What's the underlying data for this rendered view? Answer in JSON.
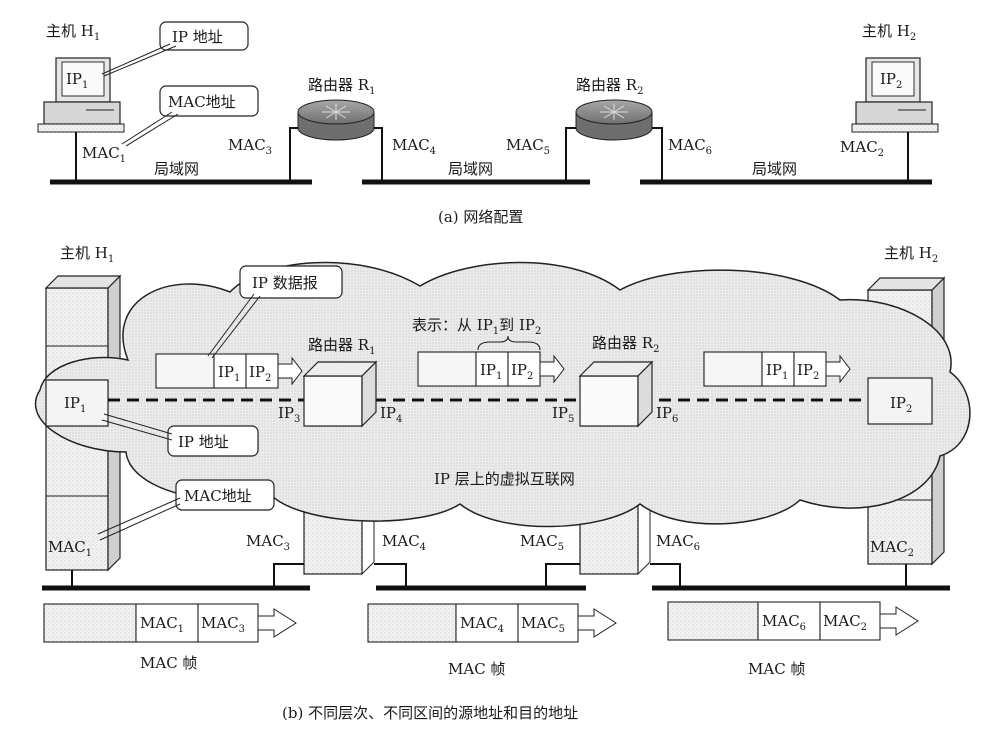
{
  "part_a": {
    "host1_label": "主机 H",
    "host1_sub": "1",
    "host2_label": "主机 H",
    "host2_sub": "2",
    "router1_label": "路由器 R",
    "router1_sub": "1",
    "router2_label": "路由器 R",
    "router2_sub": "2",
    "h1_screen": "IP",
    "h1_screen_sub": "1",
    "h2_screen": "IP",
    "h2_screen_sub": "2",
    "callout_ip": "IP 地址",
    "callout_mac": "MAC地址",
    "mac_prefix": "MAC",
    "mac1_sub": "1",
    "mac2_sub": "2",
    "mac3_sub": "3",
    "mac4_sub": "4",
    "mac5_sub": "5",
    "mac6_sub": "6",
    "lan_label": "局域网",
    "caption": "(a) 网络配置"
  },
  "part_b": {
    "host1_label": "主机 H",
    "host1_sub": "1",
    "host2_label": "主机 H",
    "host2_sub": "2",
    "router1_label": "路由器 R",
    "router1_sub": "1",
    "router2_label": "路由器 R",
    "router2_sub": "2",
    "callout_datagram": "IP 数据报",
    "callout_ip": "IP 地址",
    "callout_mac": "MAC地址",
    "note_prefix": "表示：从 IP",
    "note_mid": "到 IP",
    "note_sub1": "1",
    "note_sub2": "2",
    "ip_prefix": "IP",
    "mac_prefix": "MAC",
    "cloud_label": "IP 层上的虚拟互联网",
    "frame_label": "MAC 帧",
    "caption": "(b)  不同层次、不同区间的源地址和目的地址"
  }
}
